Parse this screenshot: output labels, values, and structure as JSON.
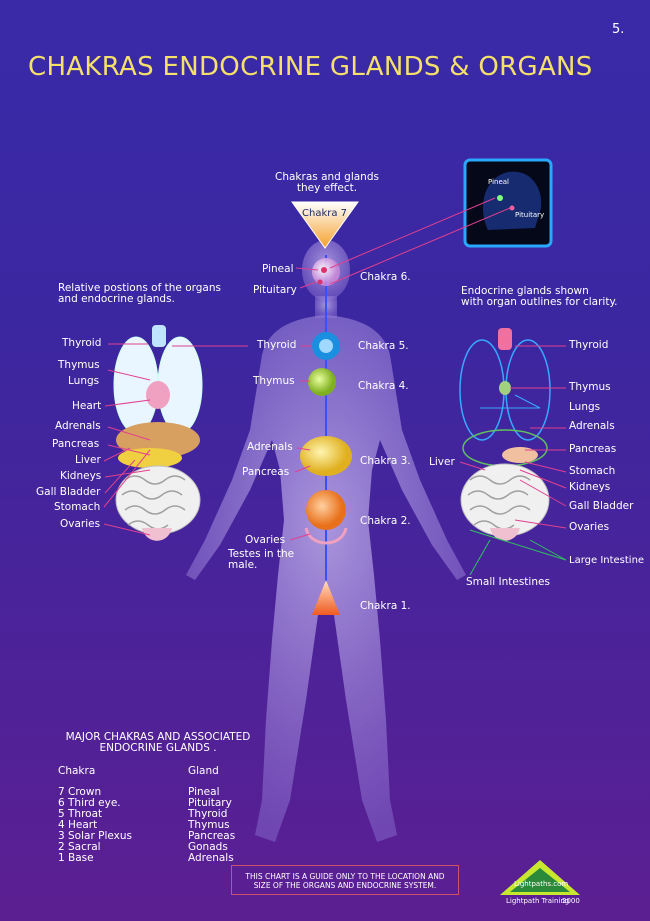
{
  "page_number": "5.",
  "title": "CHAKRAS ENDOCRINE GLANDS & ORGANS",
  "center_caption": "Chakras and glands\nthey effect.",
  "left_caption": "Relative postions of the organs\nand endocrine glands.",
  "right_caption": "Endocrine glands shown\nwith organ outlines for clarity.",
  "inset": {
    "pineal": "Pineal",
    "pituitary": "Pituitary"
  },
  "left_labels": [
    "Thyroid",
    "Thymus",
    "Lungs",
    "Heart",
    "Adrenals",
    "Pancreas",
    "Liver",
    "Kidneys",
    "Gall Bladder",
    "Stomach",
    "Ovaries"
  ],
  "center_gland_labels": {
    "pineal": "Pineal",
    "pituitary": "Pituitary",
    "thyroid": "Thyroid",
    "thymus": "Thymus",
    "adrenals": "Adrenals",
    "pancreas": "Pancreas",
    "ovaries": "Ovaries",
    "testes": "Testes in the\nmale."
  },
  "chakra_labels": [
    "Chakra 7",
    "Chakra 6.",
    "Chakra 5.",
    "Chakra 4.",
    "Chakra 3.",
    "Chakra 2.",
    "Chakra 1."
  ],
  "right_labels": {
    "thyroid": "Thyroid",
    "thymus": "Thymus",
    "lungs": "Lungs",
    "adrenals": "Adrenals",
    "pancreas": "Pancreas",
    "liver": "Liver",
    "stomach": "Stomach",
    "kidneys": "Kidneys",
    "gall_bladder": "Gall Bladder",
    "ovaries": "Ovaries",
    "large_intestine": "Large Intestine",
    "small_intestines": "Small Intestines"
  },
  "table": {
    "heading": "MAJOR CHAKRAS AND ASSOCIATED\nENDOCRINE GLANDS .",
    "col_chakra": "Chakra",
    "col_gland": "Gland",
    "rows": [
      {
        "chakra": "7 Crown",
        "gland": "Pineal"
      },
      {
        "chakra": "6 Third eye.",
        "gland": "Pituitary"
      },
      {
        "chakra": "5 Throat",
        "gland": "Thyroid"
      },
      {
        "chakra": "4 Heart",
        "gland": "Thymus"
      },
      {
        "chakra": "3 Solar Plexus",
        "gland": "Pancreas"
      },
      {
        "chakra": "2 Sacral",
        "gland": "Gonads"
      },
      {
        "chakra": "1 Base",
        "gland": "Adrenals"
      }
    ]
  },
  "disclaimer": "THIS CHART IS A GUIDE ONLY TO THE LOCATION AND\nSIZE OF THE ORGANS AND ENDOCRINE  SYSTEM.",
  "logo": {
    "site": "Lightpaths.com",
    "tag": "Lightpath Training",
    "year": "2000"
  },
  "colors": {
    "title": "#f4e06a",
    "chakra7": "#f5a02a",
    "chakra6": "#e0b0e0",
    "chakra5": "#1a8fe0",
    "chakra4": "#a8d030",
    "chakra3": "#f5d040",
    "chakra2": "#f5901a",
    "chakra1": "#f05a20"
  }
}
